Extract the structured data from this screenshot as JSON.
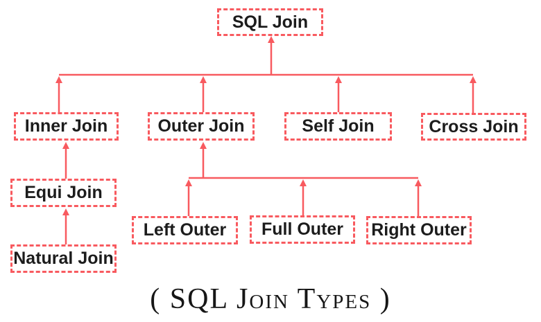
{
  "diagram": {
    "caption": "( SQL Join Types )",
    "nodes": {
      "sql_join": "SQL Join",
      "inner_join": "Inner Join",
      "outer_join": "Outer Join",
      "self_join": "Self Join",
      "cross_join": "Cross Join",
      "equi_join": "Equi Join",
      "natural_join": "Natural Join",
      "left_outer": "Left Outer",
      "full_outer": "Full Outer",
      "right_outer": "Right Outer"
    },
    "hierarchy": {
      "SQL Join": {
        "Inner Join": {
          "Equi Join": {
            "Natural Join": {}
          }
        },
        "Outer Join": {
          "Left Outer": {},
          "Full Outer": {},
          "Right Outer": {}
        },
        "Self Join": {},
        "Cross Join": {}
      }
    },
    "arrow_direction": "child-to-parent (arrowheads point upward)",
    "colors": {
      "accent": "#f85a5f",
      "text": "#1c1c1c",
      "background": "#ffffff"
    }
  }
}
